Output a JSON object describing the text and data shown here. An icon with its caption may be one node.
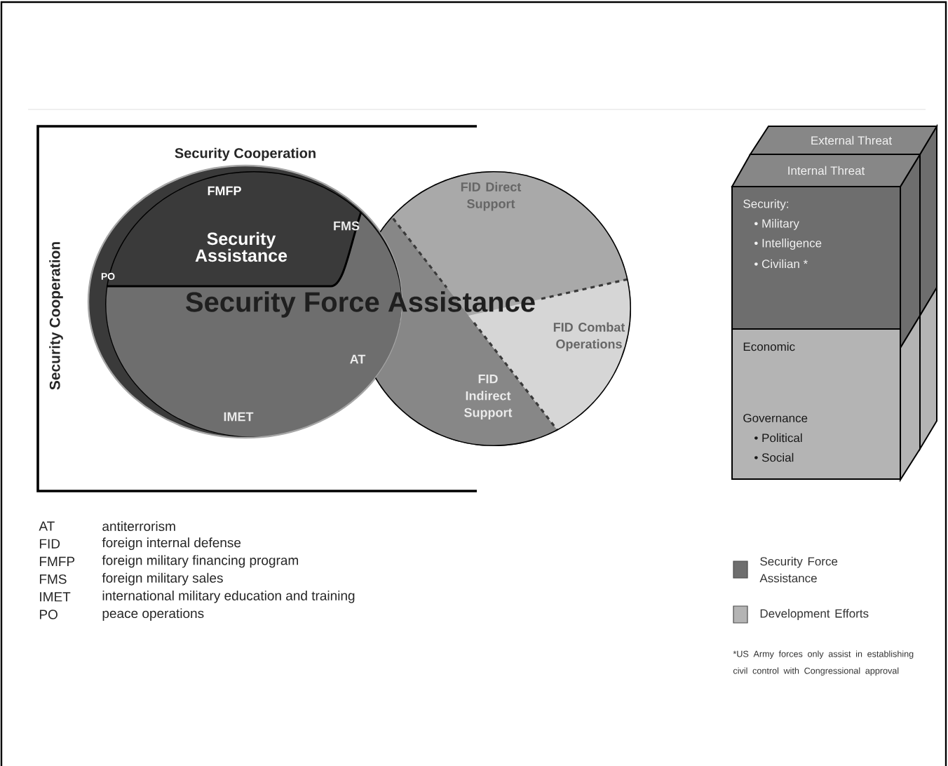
{
  "diagram": {
    "nodes": [
      {
        "text": [
          "Security Cooperation",
          "Security Cooperation"
        ]
      },
      {
        "text": [
          "FMFP",
          "Security Assistance",
          "FMS",
          "PO",
          "AT",
          "IMET"
        ],
        "in": 0
      },
      {
        "text": [
          "FID Direct Support",
          "FID Combat Operations",
          "FID Indirect Support"
        ]
      },
      {
        "text": [
          "External Threat"
        ]
      },
      {
        "text": [
          "Internal Threat"
        ]
      },
      {
        "text": [
          "Security:",
          "• Military",
          "• Intelligence",
          "• Civilian *"
        ]
      },
      {
        "text": [
          "Economic",
          "Governance",
          "• Political",
          "• Social"
        ]
      }
    ],
    "labels": [
      "Security Force Assistance",
      "AT",
      "antiterrorism",
      "FID",
      "foreign internal defense",
      "FMFP",
      "foreign military financing program",
      "FMS",
      "foreign military sales",
      "IMET",
      "international military education and training",
      "PO",
      "peace operations",
      "*US Army forces only assist in establishing civil control with Congressional approval"
    ],
    "legend": [
      {
        "text": "Security Force Assistance",
        "color": "#6e6e6e"
      },
      {
        "text": "Development Efforts",
        "color": "#b4b4b4"
      }
    ]
  }
}
